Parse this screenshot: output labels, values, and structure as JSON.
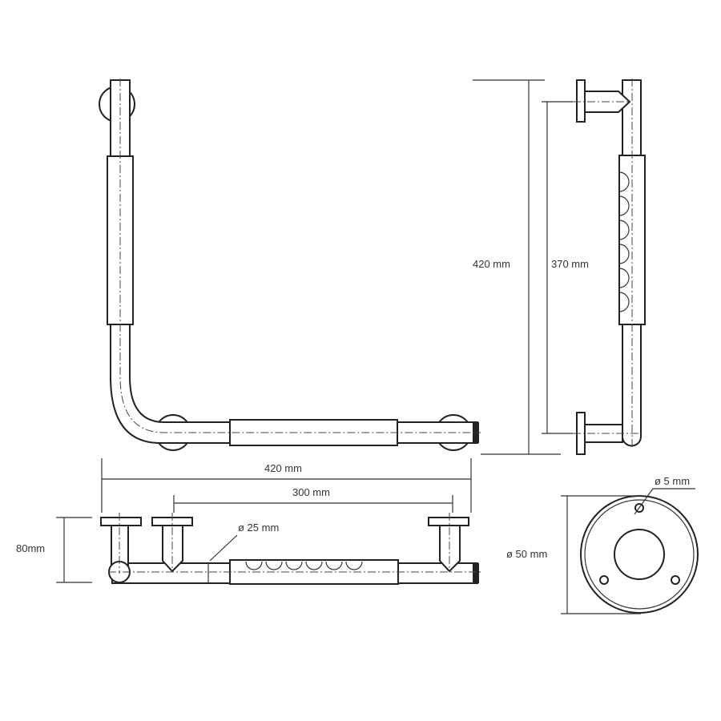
{
  "dimensions": {
    "side_height_total": "420 mm",
    "side_height_centers": "370 mm",
    "top_width_total": "420 mm",
    "top_width_centers": "300 mm",
    "projection_depth": "80mm",
    "tube_diameter": "ø 25 mm",
    "screw_hole_diameter": "ø 5 mm",
    "flange_diameter": "ø 50 mm"
  },
  "colors": {
    "line": "#222222",
    "background": "#ffffff"
  }
}
